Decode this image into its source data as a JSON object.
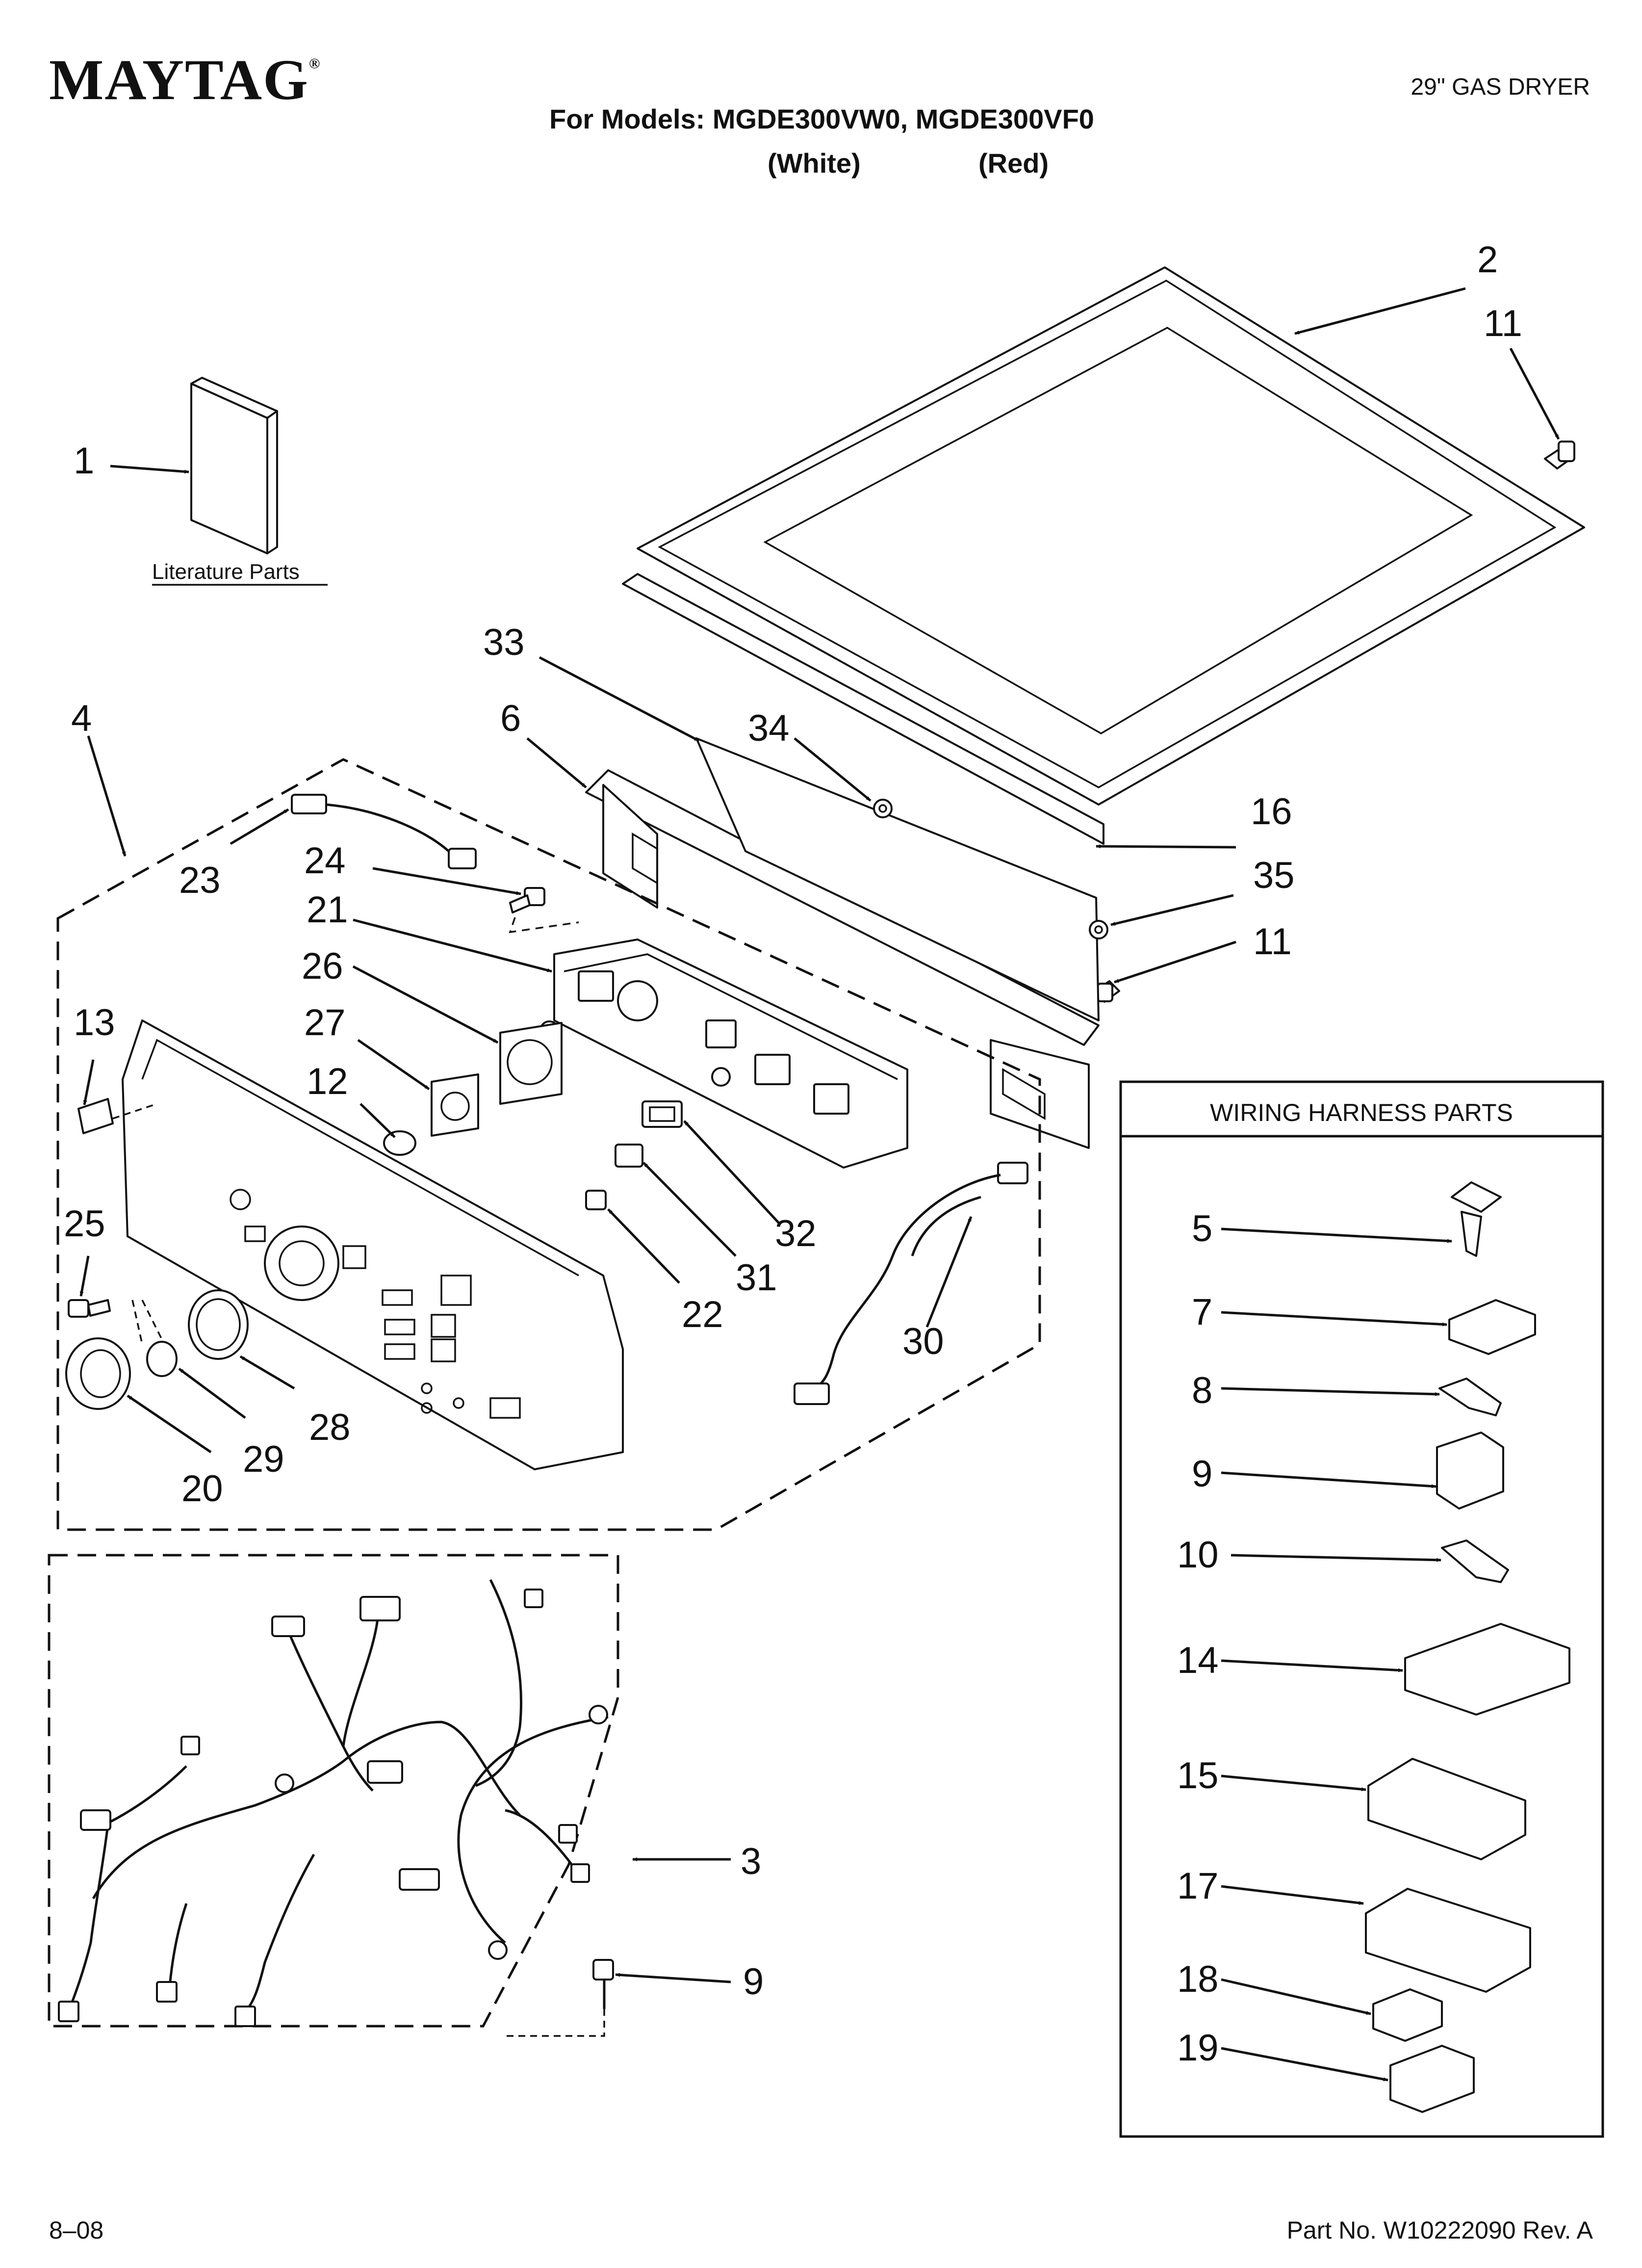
{
  "header": {
    "brand": "MAYTAG",
    "registered_mark": "®",
    "models_line": "For Models: MGDE300VW0, MGDE300VF0",
    "color_white": "(White)",
    "color_red": "(Red)",
    "product": "29\" GAS DRYER"
  },
  "footer": {
    "date": "8–08",
    "part_number": "Part No. W10222090 Rev. A"
  },
  "literature_label": "Literature Parts",
  "wiring_box_title": "WIRING HARNESS PARTS",
  "callouts": {
    "c1": "1",
    "c2": "2",
    "c3": "3",
    "c4": "4",
    "c5": "5",
    "c6": "6",
    "c7": "7",
    "c8": "8",
    "c9a": "9",
    "c9b": "9",
    "c10": "10",
    "c11a": "11",
    "c11b": "11",
    "c12": "12",
    "c13": "13",
    "c14": "14",
    "c15": "15",
    "c16": "16",
    "c17": "17",
    "c18": "18",
    "c19": "19",
    "c20": "20",
    "c21": "21",
    "c22": "22",
    "c23": "23",
    "c24": "24",
    "c25": "25",
    "c26": "26",
    "c27": "27",
    "c28": "28",
    "c29": "29",
    "c30": "30",
    "c31": "31",
    "c32": "32",
    "c33": "33",
    "c34": "34",
    "c35": "35"
  },
  "colors": {
    "ink": "#111111",
    "paper": "#ffffff"
  }
}
